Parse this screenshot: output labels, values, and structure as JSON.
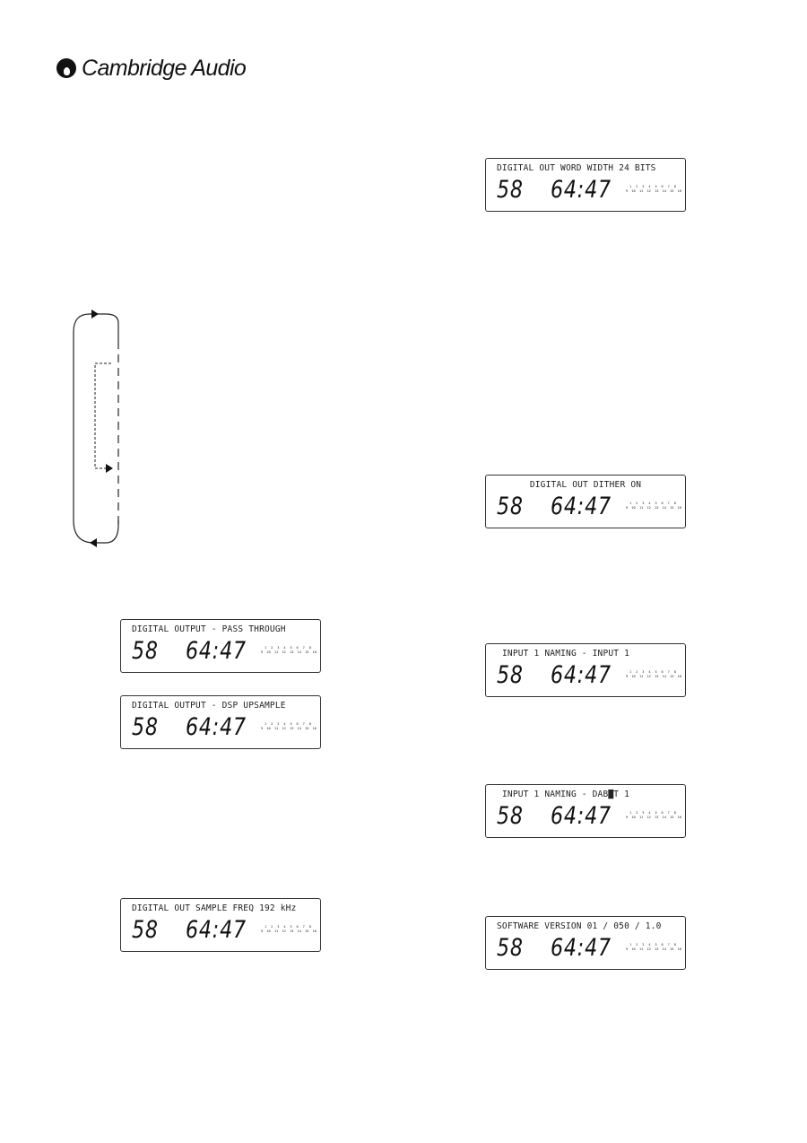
{
  "brand": {
    "name": "Cambridge Audio"
  },
  "display_common": {
    "track": "58",
    "time": "64:47",
    "grid_row1": [
      "1",
      "2",
      "3",
      "4",
      "5",
      "6",
      "7",
      "8"
    ],
    "grid_row2": [
      "9",
      "10",
      "11",
      "12",
      "13",
      "14",
      "15",
      "16"
    ]
  },
  "displays": {
    "word_width": {
      "line1": "DIGITAL OUT WORD WIDTH 24 BITS"
    },
    "dither": {
      "line1": "DIGITAL OUT DITHER ON"
    },
    "pass_through": {
      "line1": "DIGITAL OUTPUT - PASS THROUGH"
    },
    "dsp_upsample": {
      "line1": "DIGITAL OUTPUT - DSP UPSAMPLE"
    },
    "input_naming_1": {
      "line1": "INPUT 1 NAMING - INPUT 1"
    },
    "input_naming_2": {
      "line1": "INPUT 1 NAMING - DAB█T 1"
    },
    "sample_freq": {
      "line1": "DIGITAL OUT SAMPLE FREQ 192 kHz"
    },
    "software": {
      "line1": "SOFTWARE VERSION 01 / 050 / 1.0"
    }
  }
}
